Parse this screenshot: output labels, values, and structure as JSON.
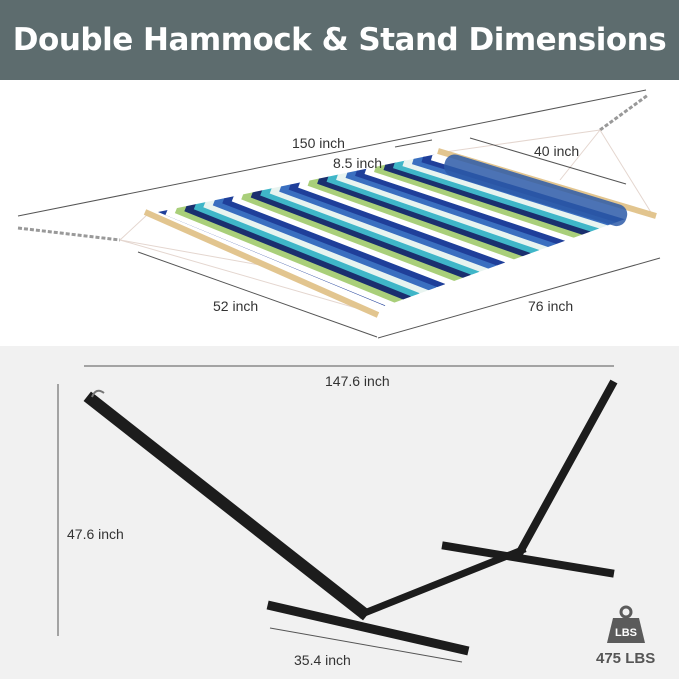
{
  "header": {
    "title": "Double Hammock & Stand Dimensions"
  },
  "hammock": {
    "length": "150 inch",
    "pillow": "8.5 inch",
    "pillow_width": "40 inch",
    "width": "52 inch",
    "bed_length": "76 inch"
  },
  "stand": {
    "length": "147.6 inch",
    "height": "47.6 inch",
    "base_width": "35.4 inch"
  },
  "capacity": {
    "icon_label": "LBS",
    "value": "475 LBS"
  },
  "colors": {
    "header": "#5d6c6e",
    "stand": "#1c1c1c",
    "stripe_blue": "#1f3f9a",
    "stripe_green": "#a9cf7a",
    "stripe_teal": "#3fb6c8"
  }
}
